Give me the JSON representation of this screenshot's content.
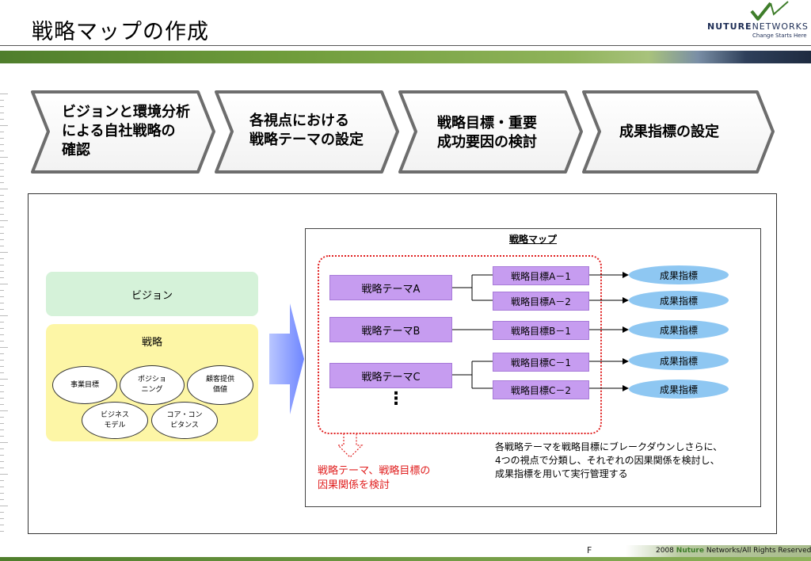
{
  "title": "戦略マップの作成",
  "logo": {
    "brand_bold": "NUTURE",
    "brand_light": "NETWORKS",
    "tagline": "Change Starts Here"
  },
  "steps": [
    {
      "lines": [
        "ビジョンと環境分析",
        "による自社戦略の",
        "確認"
      ]
    },
    {
      "lines": [
        "各視点における",
        "戦略テーマの設定"
      ]
    },
    {
      "lines": [
        "戦略目標・重要",
        "成功要因の検討"
      ]
    },
    {
      "lines": [
        "成果指標の設定"
      ]
    }
  ],
  "left_panel": {
    "vision": "ビジョン",
    "strategy": "戦略",
    "elements": [
      "事業目標",
      "ポジショ\nニング",
      "顧客提供\n価値",
      "ビジネス\nモデル",
      "コア・コン\nピタンス"
    ]
  },
  "strategy_map": {
    "title": "戦略マップ",
    "themes": [
      "戦略テーマA",
      "戦略テーマB",
      "戦略テーマC"
    ],
    "goals": [
      "戦略目標A－1",
      "戦略目標A－2",
      "戦略目標B－1",
      "戦略目標C－1",
      "戦略目標C－2"
    ],
    "kpis": [
      "成果指標",
      "成果指標",
      "成果指標",
      "成果指標",
      "成果指標"
    ],
    "ellipsis": "⋮",
    "red_note": [
      "戦略テーマ、戦略目標の",
      "因果関係を検討"
    ],
    "black_note": [
      "各戦略テーマを戦略目標にブレークダウンしさらに、",
      "4つの視点で分類し、それぞれの因果関係を検討し、",
      "成果指標を用いて実行管理する"
    ]
  },
  "footer": {
    "year": "2008",
    "brand": "Nuture",
    "rest": "Networks/All Rights Reserved",
    "fragment": "F"
  },
  "colors": {
    "theme_fill": "#c69cf0",
    "kpi_fill": "#8ec7f2",
    "vision_fill": "#d5f2d9",
    "strategy_fill": "#fdf6a6",
    "accent_red": "#e02020",
    "band_green": "#4f7e2c"
  }
}
